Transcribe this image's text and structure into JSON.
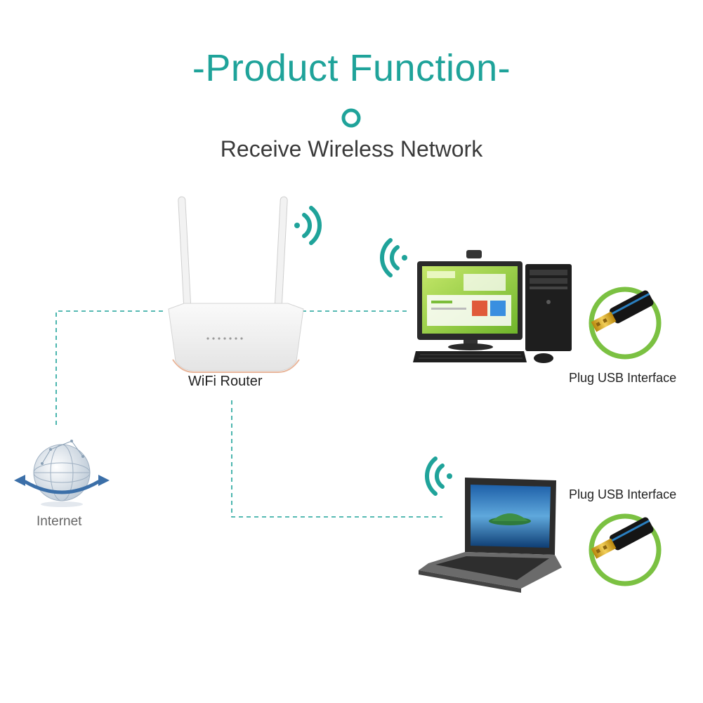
{
  "header": {
    "title": "-Product Function-",
    "subtitle": "Receive Wireless Network"
  },
  "nodes": {
    "router": {
      "label": "WiFi Router"
    },
    "internet": {
      "label": "Internet"
    },
    "desktop": {
      "usb_label": "Plug USB Interface"
    },
    "laptop": {
      "usb_label": "Plug USB Interface"
    }
  },
  "colors": {
    "accent": "#1fa39a",
    "usb_ring": "#7bc142",
    "text": "#3a3a3a"
  },
  "icons": [
    "wifi-signal-icon",
    "globe-icon",
    "usb-adapter-icon",
    "router-icon",
    "desktop-computer-icon",
    "laptop-icon"
  ]
}
